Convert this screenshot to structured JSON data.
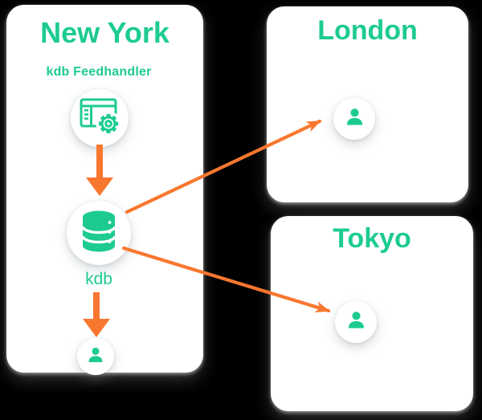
{
  "theme": {
    "background": "#000000",
    "card_bg": "#ffffff",
    "green": "#1DCB92",
    "orange": "#F8772F"
  },
  "cards": {
    "new_york": {
      "title": "New York",
      "feedhandler_label": "kdb Feedhandler",
      "db_label": "kdb",
      "icons": [
        "app-window-gear-icon",
        "database-icon",
        "user-icon"
      ]
    },
    "london": {
      "title": "London",
      "icons": [
        "user-icon"
      ]
    },
    "tokyo": {
      "title": "Tokyo",
      "icons": [
        "user-icon"
      ]
    }
  },
  "diagram": {
    "edges": [
      {
        "from": "kdb-feedhandler",
        "to": "kdb",
        "style": "block-arrow-down"
      },
      {
        "from": "kdb",
        "to": "new-york-user",
        "style": "block-arrow-down"
      },
      {
        "from": "kdb",
        "to": "london-user",
        "style": "line-arrow"
      },
      {
        "from": "kdb",
        "to": "tokyo-user",
        "style": "line-arrow"
      }
    ]
  }
}
